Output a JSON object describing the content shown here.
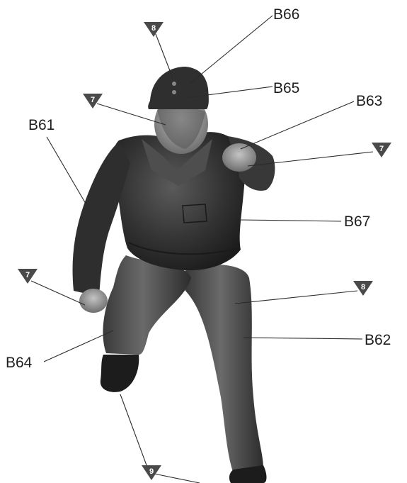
{
  "part_labels": {
    "b66": "B66",
    "b65": "B65",
    "b63": "B63",
    "b61": "B61",
    "b67": "B67",
    "b62": "B62",
    "b64": "B64"
  },
  "paint_markers": {
    "cap_top": "8",
    "face": "7",
    "right_hand": "7",
    "left_hand": "7",
    "trousers": "8",
    "boots": "9"
  },
  "colors": {
    "figure_dark": "#2a2a2a",
    "figure_mid": "#4b4b4b",
    "figure_highlight": "#8a8a8a",
    "skin": "#9a9a9a",
    "marker_fill": "#4a4a4a"
  },
  "icons": {
    "marker_shape": "inverted-triangle"
  }
}
